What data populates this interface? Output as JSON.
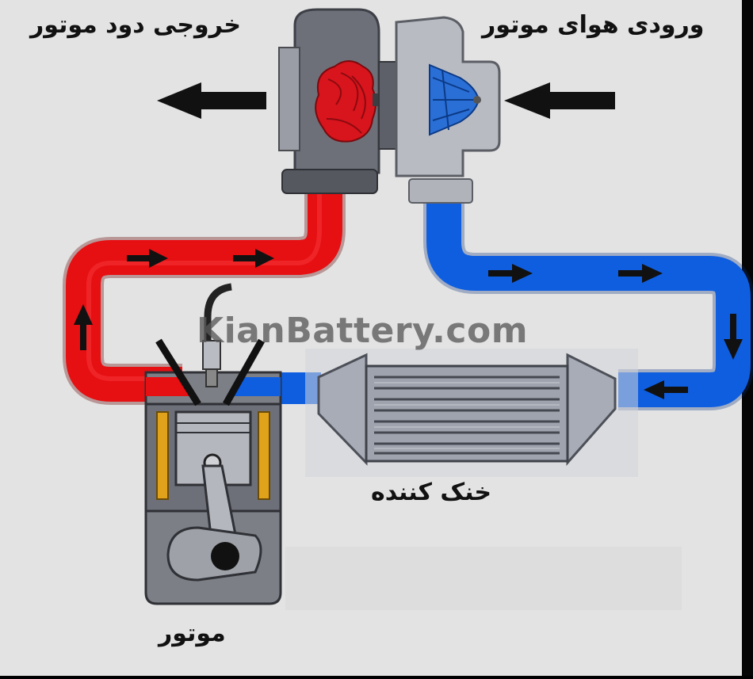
{
  "labels": {
    "exhaust_out": "خروجی دود موتور",
    "air_intake": "ورودی هوای موتور",
    "cooler": "خنک کننده",
    "engine": "موتور"
  },
  "watermark": "KianBattery.com",
  "colors": {
    "background": "#e3e3e3",
    "hot_pipe": "#e60f12",
    "cold_pipe": "#0f5ee0",
    "arrow": "#111111",
    "turbine_wheel": "#d8141c",
    "compressor_wheel": "#2a6fd6",
    "housing": "#6d7079",
    "intercooler": "#a7acb6",
    "cylinder_liner": "#e0a21b"
  }
}
